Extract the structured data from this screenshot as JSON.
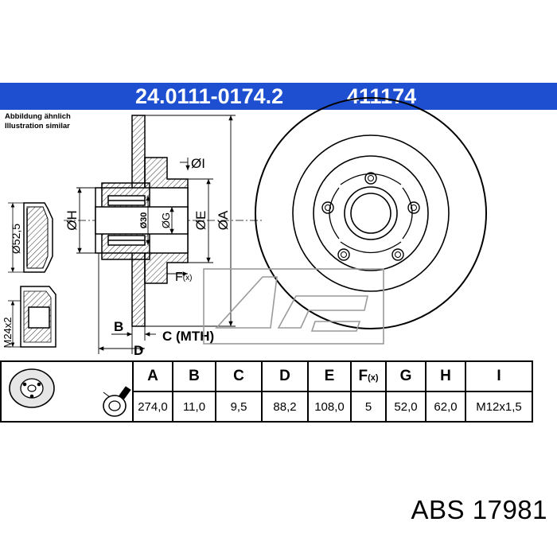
{
  "header": {
    "part_number": "24.0111-0174.2",
    "ref_number": "411174",
    "color": "#1d4fd0"
  },
  "notes": {
    "line1": "Abbildung ähnlich",
    "line2": "Illustration similar"
  },
  "drawing_labels": {
    "dim_h": "ØH",
    "dim_30": "Ø30",
    "dim_g": "ØG",
    "dim_e": "ØE",
    "dim_a": "ØA",
    "dim_i": "ØI",
    "dim_f": "F",
    "dim_f_sub": "(x)",
    "dim_b": "B",
    "dim_c": "C (MTH)",
    "dim_d": "D",
    "dim_525": "Ø52,5",
    "dim_m24": "M24x2"
  },
  "table": {
    "headers": [
      "A",
      "B",
      "C",
      "D",
      "E",
      "F",
      "G",
      "H",
      "I"
    ],
    "f_sub": "(x)",
    "values": [
      "274,0",
      "11,0",
      "9,5",
      "88,2",
      "108,0",
      "5",
      "52,0",
      "62,0",
      "M12x1,5"
    ]
  },
  "footer": {
    "brand": "ABS 17981"
  }
}
